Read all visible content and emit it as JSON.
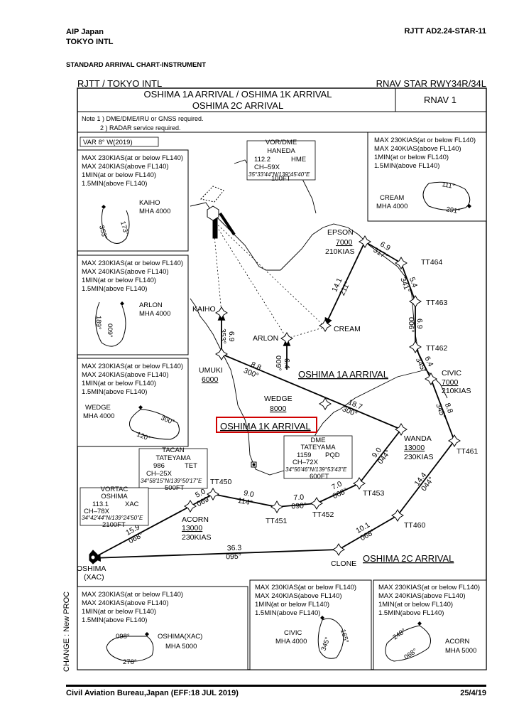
{
  "header": {
    "authority": "AIP Japan",
    "airport": "TOKYO INTL",
    "chart_id": "RJTT AD2.24-STAR-11",
    "chart_type": "STANDARD ARRIVAL CHART-INSTRUMENT"
  },
  "chart_header": {
    "airport": "RJTT / TOKYO INTL",
    "procedure": "RNAV STAR RWY34R/34L",
    "title_line1": "OSHIMA 1A ARRIVAL / OSHIMA 1K ARRIVAL",
    "title_line2": "OSHIMA 2C ARRIVAL",
    "nav_spec": "RNAV 1"
  },
  "notes": {
    "n1": "Note  1 ) DME/DME/IRU or GNSS required.",
    "n2": "2 ) RADAR service required."
  },
  "variation": "VAR 8° W(2019)",
  "side_note": "CHANGE : New PROC",
  "holding_text": {
    "max230": "MAX 230KIAS(at or below FL140)",
    "max240": "MAX 240KIAS(above FL140)",
    "min1": "1MIN(at or below FL140)",
    "min15": "1.5MIN(above FL140)"
  },
  "holdings": [
    {
      "name": "KAIHO",
      "mha": "MHA 4000",
      "in": "173°",
      "out": "353°"
    },
    {
      "name": "ARLON",
      "mha": "MHA 4000",
      "in": "009°",
      "out": "189°"
    },
    {
      "name": "WEDGE",
      "mha": "MHA 4000",
      "in": "300°",
      "out": "120°"
    },
    {
      "name": "CREAM",
      "mha": "MHA 4000",
      "in": "111°",
      "out": "291°"
    },
    {
      "name": "OSHIMA(XAC)",
      "mha": "MHA 5000",
      "in": "098°",
      "out": "278°"
    },
    {
      "name": "CIVIC",
      "mha": "MHA 4000",
      "in": "165°",
      "out": "345°"
    },
    {
      "name": "ACORN",
      "mha": "MHA 5000",
      "in": "248°",
      "out": "068°"
    }
  ],
  "navaids": {
    "haneda": {
      "type": "VOR/DME",
      "name": "HANEDA",
      "freq": "112.2",
      "ident": "HME",
      "ch": "CH–59X",
      "coord": "35°33'44\"N/139°45'40\"E",
      "elev": "100FT"
    },
    "tateyama": {
      "type": "TACAN",
      "name": "TATEYAMA",
      "freq": "986",
      "ident": "TET",
      "ch": "CH–25X",
      "coord": "34°58'15\"N/139°50'17\"E",
      "elev": "500FT"
    },
    "oshima": {
      "type": "VORTAC",
      "name": "OSHIMA",
      "freq": "113.1",
      "ident": "XAC",
      "ch": "CH–78X",
      "coord": "34°42'44\"N/139°24'50\"E",
      "elev": "2100FT"
    },
    "tateyama_dme": {
      "type": "DME",
      "name": "TATEYAMA",
      "freq": "1159",
      "ident": "PQD",
      "ch": "CH–72X",
      "coord": "34°56'46\"N/139°53'43\"E",
      "elev": "600FT"
    }
  },
  "fixes": {
    "epson": {
      "name": "EPSON",
      "alt": "7000",
      "spd": "210KIAS"
    },
    "civic": {
      "name": "CIVIC",
      "alt": "7000",
      "spd": "210KIAS"
    },
    "wanda": {
      "name": "WANDA",
      "alt": "13000",
      "spd": "230KIAS"
    },
    "wedge": {
      "name": "WEDGE",
      "alt": "8000"
    },
    "umuki": {
      "name": "UMUKI",
      "alt": "6000"
    },
    "acorn": {
      "name": "ACORN",
      "alt": "13000",
      "spd": "230KIAS"
    },
    "kaiho": "KAIHO",
    "arlon": "ARLON",
    "cream": "CREAM",
    "tt464": "TT464",
    "tt463": "TT463",
    "tt462": "TT462",
    "tt461": "TT461",
    "tt460": "TT460",
    "tt453": "TT453",
    "tt452": "TT452",
    "tt451": "TT451",
    "tt450": "TT450",
    "clone": "CLONE",
    "oshima": "OSHIMA",
    "oshima_id": "(XAC)"
  },
  "routes": {
    "oshima_1a": "OSHIMA 1A ARRIVAL",
    "oshima_1k": "OSHIMA 1K ARRIVAL",
    "oshima_2c": "OSHIMA 2C ARRIVAL"
  },
  "legs": {
    "epson_cream": {
      "dist": "14.1",
      "crs": "211°"
    },
    "epson_tt464": {
      "dist": "6.9",
      "crs": "317°"
    },
    "tt464_tt463": {
      "dist": "5.4",
      "crs": "341°"
    },
    "tt463_tt462": {
      "dist": "6.9",
      "crs": "006°"
    },
    "tt462_civic": {
      "dist": "6.4",
      "crs": "345°"
    },
    "civic_tt461": {
      "dist": "8.8",
      "crs": "345°"
    },
    "tt461_tt460": {
      "dist": "14.4",
      "crs": "044°"
    },
    "tt460_clone": {
      "dist": "10.1",
      "crs": "068°"
    },
    "clone_oshima": {
      "dist": "36.3",
      "crs": "095°"
    },
    "oshima_acorn": {
      "dist": "15.9",
      "crs": "068°"
    },
    "acorn_tt450": {
      "dist": "5.0",
      "crs": "069°"
    },
    "tt450_tt451": {
      "dist": "9.0",
      "crs": "114°"
    },
    "tt451_tt452": {
      "dist": "7.0",
      "crs": "090°"
    },
    "tt452_tt453": {
      "dist": "7.0",
      "crs": "068°"
    },
    "tt453_wanda": {
      "dist": "9.0",
      "crs": "044°"
    },
    "wanda_wedge": {
      "dist": "18.7",
      "crs": "300°"
    },
    "wedge_umuki": {
      "dist": "8.8",
      "crs": "300°"
    },
    "umuki_kaiho": {
      "dist": "6.9",
      "crs": "353°"
    },
    "arlon_umuki": {
      "dist": "6.4",
      "crs": "009°"
    }
  },
  "footer": {
    "agency": "Civil Aviation Bureau,Japan  (EFF:18 JUL 2019)",
    "date": "25/4/19"
  }
}
